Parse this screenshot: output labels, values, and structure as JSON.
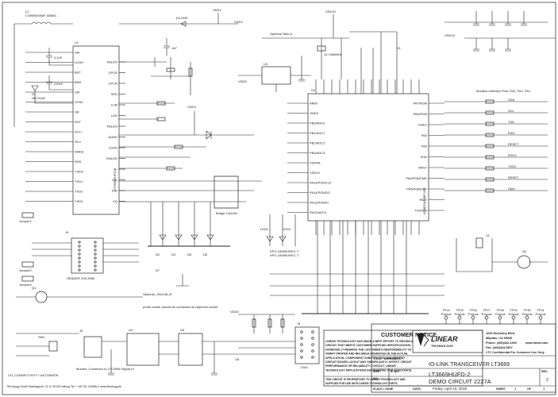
{
  "sheet": {
    "refdes": {
      "u1": "U1",
      "u2": "U2",
      "u3": "U3",
      "u4": "U4",
      "u5": "U5",
      "u6": "U6",
      "j1": "J1",
      "j2": "J2",
      "j3": "J3",
      "j4": "J4",
      "j5": "J5",
      "l1": "L1",
      "l2": "L2",
      "q1": "Q1",
      "q2": "Q2",
      "x1": "X1",
      "x2": "X2",
      "sw1": "SW1",
      "d1": "D1",
      "d2": "D2",
      "d3": "D3",
      "d5": "D5",
      "d6": "D6",
      "d7": "D7",
      "led2": "LED2",
      "led3": "LED3"
    },
    "top_labels": {
      "l2_part": "COIW0003NF-300MC",
      "c2_val": "2.2uF",
      "c19_val": "220nF",
      "d1_part": "DFLS160",
      "d4_label": "D4  DNP",
      "c20_val": "1nF",
      "vdd1": "VDD1",
      "vdd2": "VDD2",
      "vdd3": "VDD3",
      "vdd5": "VDD5",
      "vdd10": "VDD10",
      "vdd15": "VDD15",
      "optional_lab": "Optional Tank A",
      "xtal": "14.7456MHz",
      "uart_hdr": "Modbus Interface Pins: PA3, PA2, PA1"
    },
    "u1_pins_left": [
      "SW",
      "LDOH",
      "BST",
      "BSB",
      "SW",
      "SYNC",
      "SR",
      "RST",
      "SC1+",
      "SCn",
      "WAKE",
      "RXD",
      "TXEN",
      "TXD1",
      "TXD2",
      "TXD3"
    ],
    "u1_pins_right": [
      "FBLDO",
      "CPOS",
      "CPCR",
      "SPD",
      "ILIM",
      "LDO",
      "FBLDO",
      "AGND",
      "LDON",
      "ENLDO",
      "L+",
      "C/Q",
      "DIO",
      "CQ"
    ],
    "u1_part": "LT3669HUFD-2",
    "u2_pins_left": [
      "AREF",
      "GND2",
      "PB0/ADC0",
      "PB1/ADC1",
      "PB2/ADC2",
      "PB3/ADC3",
      "VDDPA",
      "VDD10",
      "PA15/PGMCLK",
      "PA14/PGMDO",
      "PA13/PGMDI",
      "PA12/ADC0"
    ],
    "u2_pins_right": [
      "PA7/PGM",
      "PA6/PGM",
      "GND1",
      "PA2",
      "PA3",
      "VDD",
      "NRST",
      "PA4/PGMCMD",
      "PA5/PGMCPY",
      "PA17",
      "TOVPB4"
    ],
    "u2_part": "ATMEGA328P-MU",
    "right_labels": [
      "SDA",
      "SCL",
      "TXD",
      "RXD",
      "RESET",
      "RXD2",
      "TXD2",
      "RESET",
      "Opto"
    ],
    "jumpers": [
      "Jumper1",
      "Jumper2",
      "Jumper3"
    ],
    "bottom_labels": {
      "header": "HEADER 2X8 2MM",
      "usb": "CH_CONNECTIVITY / AUTOMATIK",
      "mon_note": "Monitor: Connector to LTC2965 Signal 0+",
      "probe_note": "probe carrier should be connected to right fork socket",
      "jtag": "JTAG",
      "bridge_lab": "Bridge 1N4148",
      "vdd_p": "VDD5",
      "optional_dc": "Optional_1N4148_B",
      "led_lab1": "KPG-1608SURKC-T",
      "led_lab2": "KPG-1608SURKC-T"
    },
    "testpoints": [
      "TP24",
      "TP25",
      "TP26",
      "TP27",
      "TP28",
      "TP29",
      "TP30",
      "TP31"
    ],
    "testpoint_note": "Polycal"
  },
  "notice": {
    "title": "CUSTOMER NOTICE",
    "body": [
      "LINEAR TECHNOLOGY HAS MADE A BEST EFFORT TO DESIGN A",
      "CIRCUIT THAT MEETS CUSTOMER-SUPPLIED SPECIFICATIONS;",
      "HOWEVER, IT REMAINS THE CUSTOMER'S RESPONSIBILITY TO",
      "VERIFY PROPER AND RELIABLE OPERATION IN THE ACTUAL",
      "APPLICATION. COMPONENT SUBSTITUTION AND PRINTED",
      "CIRCUIT BOARD LAYOUT MAY SIGNIFICANTLY AFFECT CIRCUIT",
      "PERFORMANCE OR RELIABILITY. CONTACT LINEAR",
      "TECHNOLOGY APPLICATIONS ENGINEERING FOR ASSISTANCE."
    ],
    "footer": [
      "THIS CIRCUIT IS PROPRIETARY TO LINEAR TECHNOLOGY AND",
      "SUPPLIED FOR USE WITH LINEAR TECHNOLOGY PARTS."
    ]
  },
  "titleblock": {
    "logo_text": "LINEAR",
    "logo_sub": "TECHNOLOGY",
    "address": [
      "1630 McCarthy Blvd.",
      "Milpitas, CA 95035",
      "Phone: (408)432-1900",
      "Fax: (408)434-0507"
    ],
    "website": "www.linear.com",
    "confidential": "LTC Confidential-For Customer Use Only",
    "title_label": "TITLE:",
    "title_value": "SCHEMATIC",
    "product": "IO-LINK TRANSCEIVER LT3669",
    "size_label": "SIZE",
    "ic_label": "IC NO.",
    "rev_label": "REV.",
    "rev_value": "2",
    "ic_no": "LT3669HUFD-2",
    "demo": "DEMO CIRCUIT 2227A",
    "scale_label": "SCALE = NONE",
    "size_value": "N/A",
    "date_label": "DATE:",
    "date_value": "Friday, April 10, 2015",
    "sheet_label": "SHEET",
    "sheet_value": "1",
    "of_label": "OF",
    "of_value": "1"
  },
  "footer_note": "TEKnology GmbH  Waldingerstr. 21  D-79106 Freiburg  Tel.+ +49-761 214896-0  www.teknology.de"
}
